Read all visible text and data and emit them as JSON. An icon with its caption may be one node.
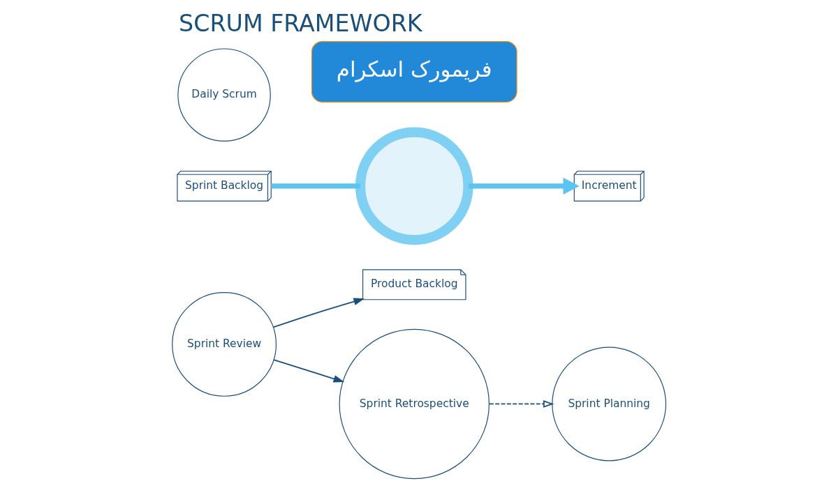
{
  "diagram": {
    "title": "SCRUM FRAMEWORK",
    "nodes": [
      {
        "text": [
          "Product Backlog"
        ]
      },
      {
        "text": [
          "Sprint Planning"
        ]
      },
      {
        "text": [
          "Sprint Backlog"
        ]
      },
      {
        "text": [
          "Daily Scrum"
        ]
      },
      {
        "text": [],
        "shape": "circle"
      },
      {
        "text": [
          "Increment"
        ]
      },
      {
        "text": [
          "Sprint Review"
        ]
      },
      {
        "text": [
          "Sprint Retrospective"
        ]
      },
      {
        "text": [
          "فریمورک اسکرام"
        ]
      }
    ],
    "edges": [
      {
        "from": 7,
        "to": 1,
        "arrow": "to",
        "style": "dashed"
      },
      {
        "from": 2,
        "to": 4,
        "arrow": "none",
        "style": "thick",
        "color": "#5bc4f0"
      },
      {
        "from": 4,
        "to": 5,
        "arrow": "to",
        "style": "thick",
        "color": "#5bc4f0"
      },
      {
        "from": 6,
        "to": 7,
        "arrow": "to"
      },
      {
        "from": 6,
        "to": 0,
        "arrow": "to"
      }
    ]
  }
}
